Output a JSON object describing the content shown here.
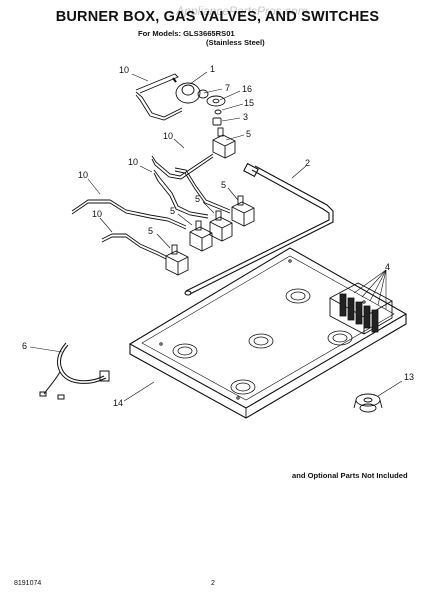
{
  "watermark": "AppliancePartsPros.com",
  "header": {
    "title": "BURNER BOX, GAS VALVES, AND SWITCHES",
    "models_line": "For Models: GLS3665RS01",
    "finish_line": "(Stainless Steel)"
  },
  "callouts": {
    "c1": "1",
    "c2": "2",
    "c3": "3",
    "c4": "4",
    "c5a": "5",
    "c5b": "5",
    "c5c": "5",
    "c5d": "5",
    "c5e": "5",
    "c6": "6",
    "c7": "7",
    "c10a": "10",
    "c10b": "10",
    "c10c": "10",
    "c10d": "10",
    "c10e": "10",
    "c13": "13",
    "c14": "14",
    "c15": "15",
    "c16": "16"
  },
  "notes": {
    "optional_parts": "and Optional Parts Not Included"
  },
  "footer": {
    "doc_number": "8191074",
    "page_number": "2"
  }
}
